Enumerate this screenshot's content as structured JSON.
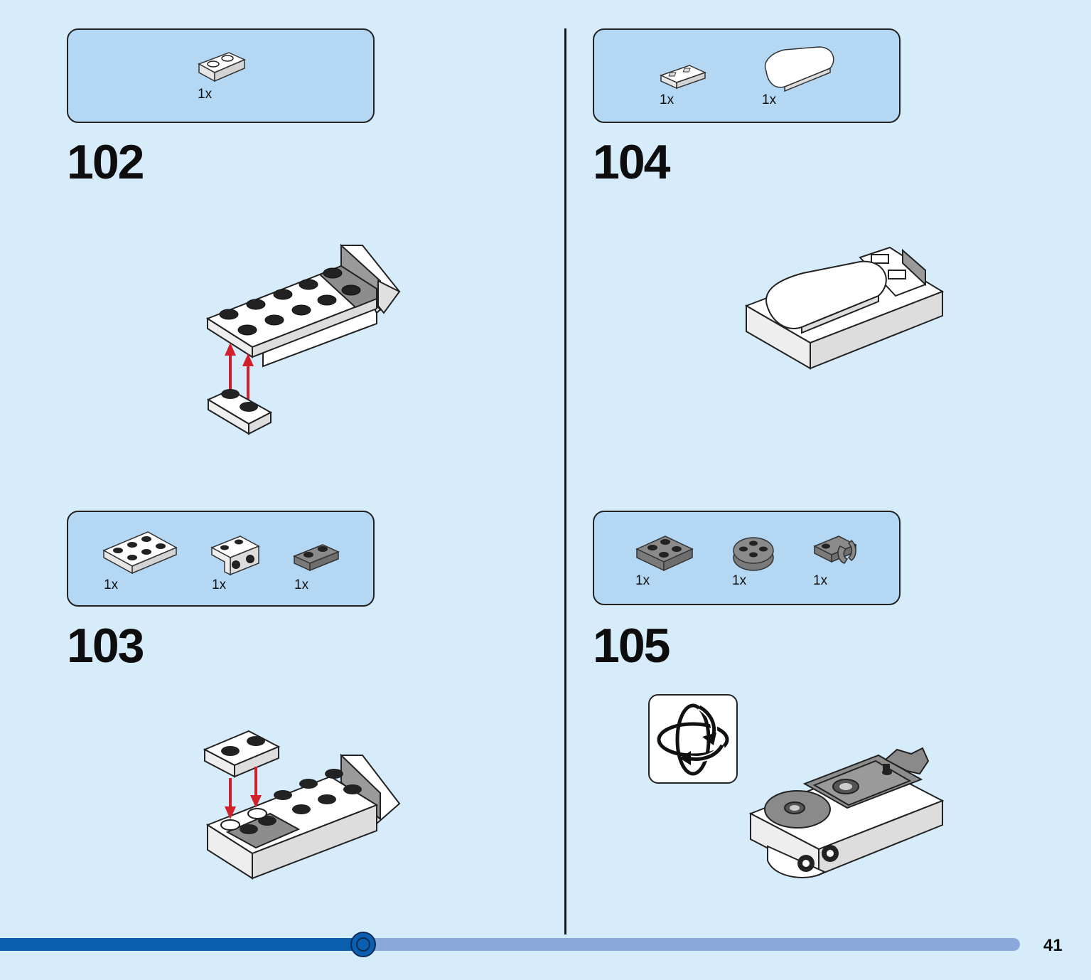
{
  "steps": [
    {
      "number": "102",
      "parts": [
        {
          "qty": "1x",
          "icon": "white-2x1-plate-icon"
        }
      ]
    },
    {
      "number": "103",
      "parts": [
        {
          "qty": "1x",
          "icon": "white-2x3-plate-icon"
        },
        {
          "qty": "1x",
          "icon": "white-bracket-plate-icon"
        },
        {
          "qty": "1x",
          "icon": "gray-2x1-plate-icon"
        }
      ]
    },
    {
      "number": "104",
      "parts": [
        {
          "qty": "1x",
          "icon": "white-grille-tile-icon"
        },
        {
          "qty": "1x",
          "icon": "white-rounded-tile-icon"
        }
      ]
    },
    {
      "number": "105",
      "parts": [
        {
          "qty": "1x",
          "icon": "gray-2x2-plate-icon"
        },
        {
          "qty": "1x",
          "icon": "gray-round-plate-icon"
        },
        {
          "qty": "1x",
          "icon": "gray-clip-plate-icon"
        }
      ]
    }
  ],
  "rotate_model_icon": "rotate-model-icon",
  "progress": {
    "fraction": 0.356
  },
  "page_number": "41",
  "colors": {
    "background": "#d6ecfb",
    "parts_box": "#b4d8f4",
    "arrow": "#d0202a",
    "progress_fill": "#0a5fb0",
    "progress_track": "#8aa9da"
  }
}
